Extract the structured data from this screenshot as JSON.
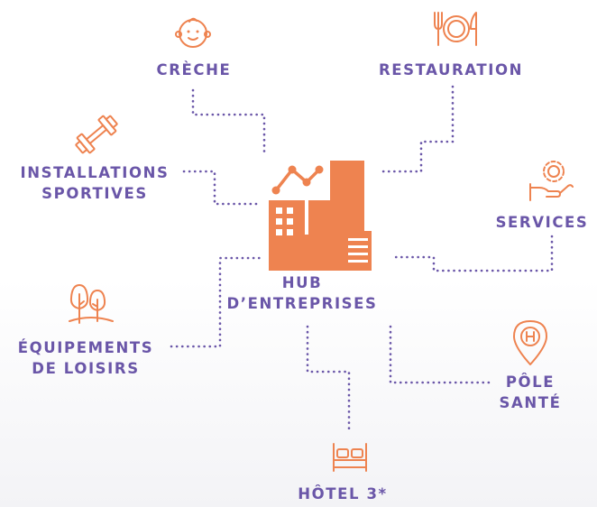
{
  "diagram": {
    "hub": {
      "line1": "HUB",
      "line2": "D’ENTREPRISES",
      "icon": "city-growth-icon"
    },
    "nodes": {
      "creche": {
        "label": "CRÈCHE",
        "icon": "baby-face-icon"
      },
      "restauration": {
        "label": "RESTAURATION",
        "icon": "fork-plate-knife-icon"
      },
      "installations": {
        "line1": "INSTALLATIONS",
        "line2": "SPORTIVES",
        "icon": "dumbbell-icon"
      },
      "services": {
        "label": "SERVICES",
        "icon": "hand-gear-icon"
      },
      "equipements": {
        "line1": "ÉQUIPEMENTS",
        "line2": "DE LOISIRS",
        "icon": "trees-icon"
      },
      "pole_sante": {
        "line1": "PÔLE",
        "line2": "SANTÉ",
        "icon": "hospital-pin-icon"
      },
      "hotel": {
        "label": "HÔTEL 3*",
        "icon": "bed-icon"
      }
    },
    "colors": {
      "label": "#6a56a8",
      "icon": "#ee8350",
      "connector": "#6a56a8"
    }
  }
}
